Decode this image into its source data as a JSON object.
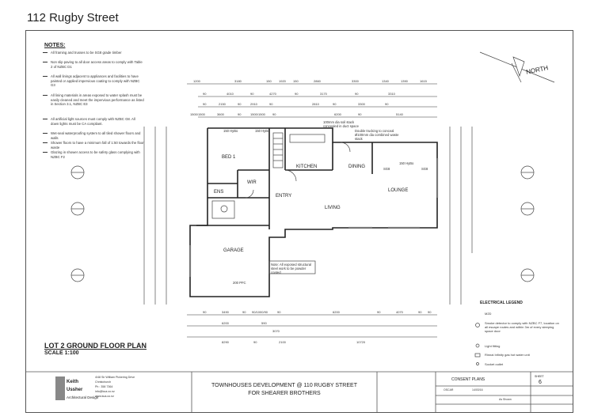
{
  "header": {
    "title": "112 Rugby Street"
  },
  "notes": {
    "heading": "NOTES:",
    "items": [
      "All framing and trusses to be SG8 grade timber",
      "Non slip paving to all door access areas to comply with Table 2 of NZBC D1",
      "All wall linings adjacent to appliances and facilities to have painted or applied impervious coating to comply with NZBC G3",
      "All lining materials in areas exposed to water splash must be easily cleaned and meet the impervious performance as listed in Section 3.1, NZBC E3",
      "All artificial light sources must comply with NZBC G8. All down lights must be CA compliant.",
      "Wet-seal waterproofing system to all tiled shower floors and walls",
      "Shower floors to have a minimum fall of 1:50 towards the floor waste",
      "Glazing in shower access to be safety glass complying with NZBC F2"
    ]
  },
  "rooms": {
    "bed1": "BED 1",
    "wir": "WIR",
    "ens": "ENS",
    "entry": "ENTRY",
    "kitchen": "KITCHEN",
    "dining": "DINING",
    "lounge": "LOUNGE",
    "living": "LIVING",
    "garage": "GARAGE"
  },
  "dimensions": {
    "top1": [
      "1200",
      "3180",
      "150",
      "1920",
      "150",
      "2860",
      "3300",
      "1340",
      "1390",
      "1615"
    ],
    "top2": [
      "90",
      "4010",
      "90",
      "4270",
      "90",
      "3170",
      "90",
      "3310"
    ],
    "top3": [
      "90",
      "2150",
      "90",
      "2910",
      "90",
      "2810",
      "90",
      "3300",
      "90"
    ],
    "top4": [
      "1500/1500",
      "3600",
      "90",
      "1500/1500",
      "90",
      "6200",
      "90",
      "5140"
    ],
    "bottom1": [
      "90",
      "3490",
      "90",
      "90/1000/90",
      "90",
      "6200",
      "90",
      "4070",
      "90",
      "90"
    ],
    "bottom2": [
      "6200",
      "590",
      "3070"
    ],
    "bottom3": [
      "8290",
      "90",
      "2100",
      "10720"
    ]
  },
  "annotations": {
    "soil_stack": "100mm dia soil stack concealed in duct space",
    "footing": "Double trucking to conceal Ø100mm dia combined waste stack",
    "steel_note": "Note: All exposed structural steel work to be powder coated",
    "hw_rating": "150 HyBo",
    "hw_rating2": "150 HyBo",
    "hw_rating3": "150 HyBo",
    "sg8_1": "SG8",
    "sg8_2": "SG8",
    "pfc": "200 PFC"
  },
  "north": {
    "label": "NORTH"
  },
  "plan": {
    "title": "LOT 2 GROUND FLOOR PLAN",
    "scale": "SCALE 1:100"
  },
  "legend": {
    "title": "ELECTRICAL LEGEND",
    "items": [
      "M2D",
      "Smoke detector to comply with NZBC F7, location on all escape routes and within 3m of every sleeping space door",
      "Light fitting",
      "Rinnai Infinity gas hot water unit",
      "Socket outlet"
    ]
  },
  "title_block": {
    "firm_line1": "Keith",
    "firm_line2": "Ussher",
    "firm_line3": "Architectural Design",
    "address_lines": [
      "4/48 Sir William Pickering Drive",
      "Christchurch",
      "Ph : 358 7364",
      "info@kua.co.nz",
      "www.kua.co.nz"
    ],
    "project_line1": "TOWNHOUSES DEVELOPMENT @ 110 RUGBY STREET",
    "project_line2": "FOR SHEARER BROTHERS",
    "drawing_title": "CONSENT PLANS",
    "sheet_label": "SHEET",
    "sheet_number": "6",
    "drawn": "OSCAR",
    "date": "14/03/16",
    "scale": "As Shown"
  }
}
